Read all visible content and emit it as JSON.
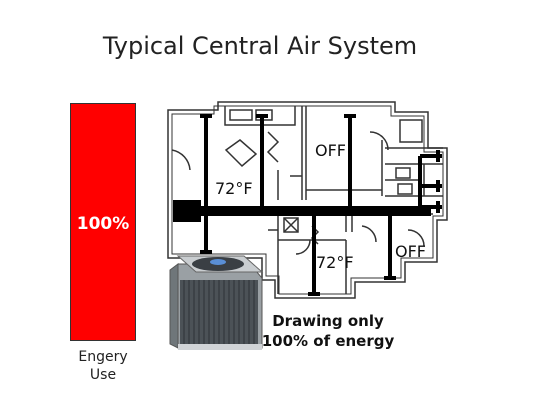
{
  "title": "Typical Central Air System",
  "energy_bar": {
    "label": "100%",
    "caption_line1": "Engery",
    "caption_line2": "Use",
    "fill_fraction": 1.0,
    "color": "#ff0000"
  },
  "rooms": {
    "living_temp": "72°F",
    "bedroom_temp": "72°F",
    "top_room_status": "OFF",
    "right_room_status": "OFF"
  },
  "caption": {
    "line1": "Drawing only",
    "line2": "100% of energy"
  },
  "icons": {
    "ac_unit": "air-conditioner-unit-icon"
  }
}
